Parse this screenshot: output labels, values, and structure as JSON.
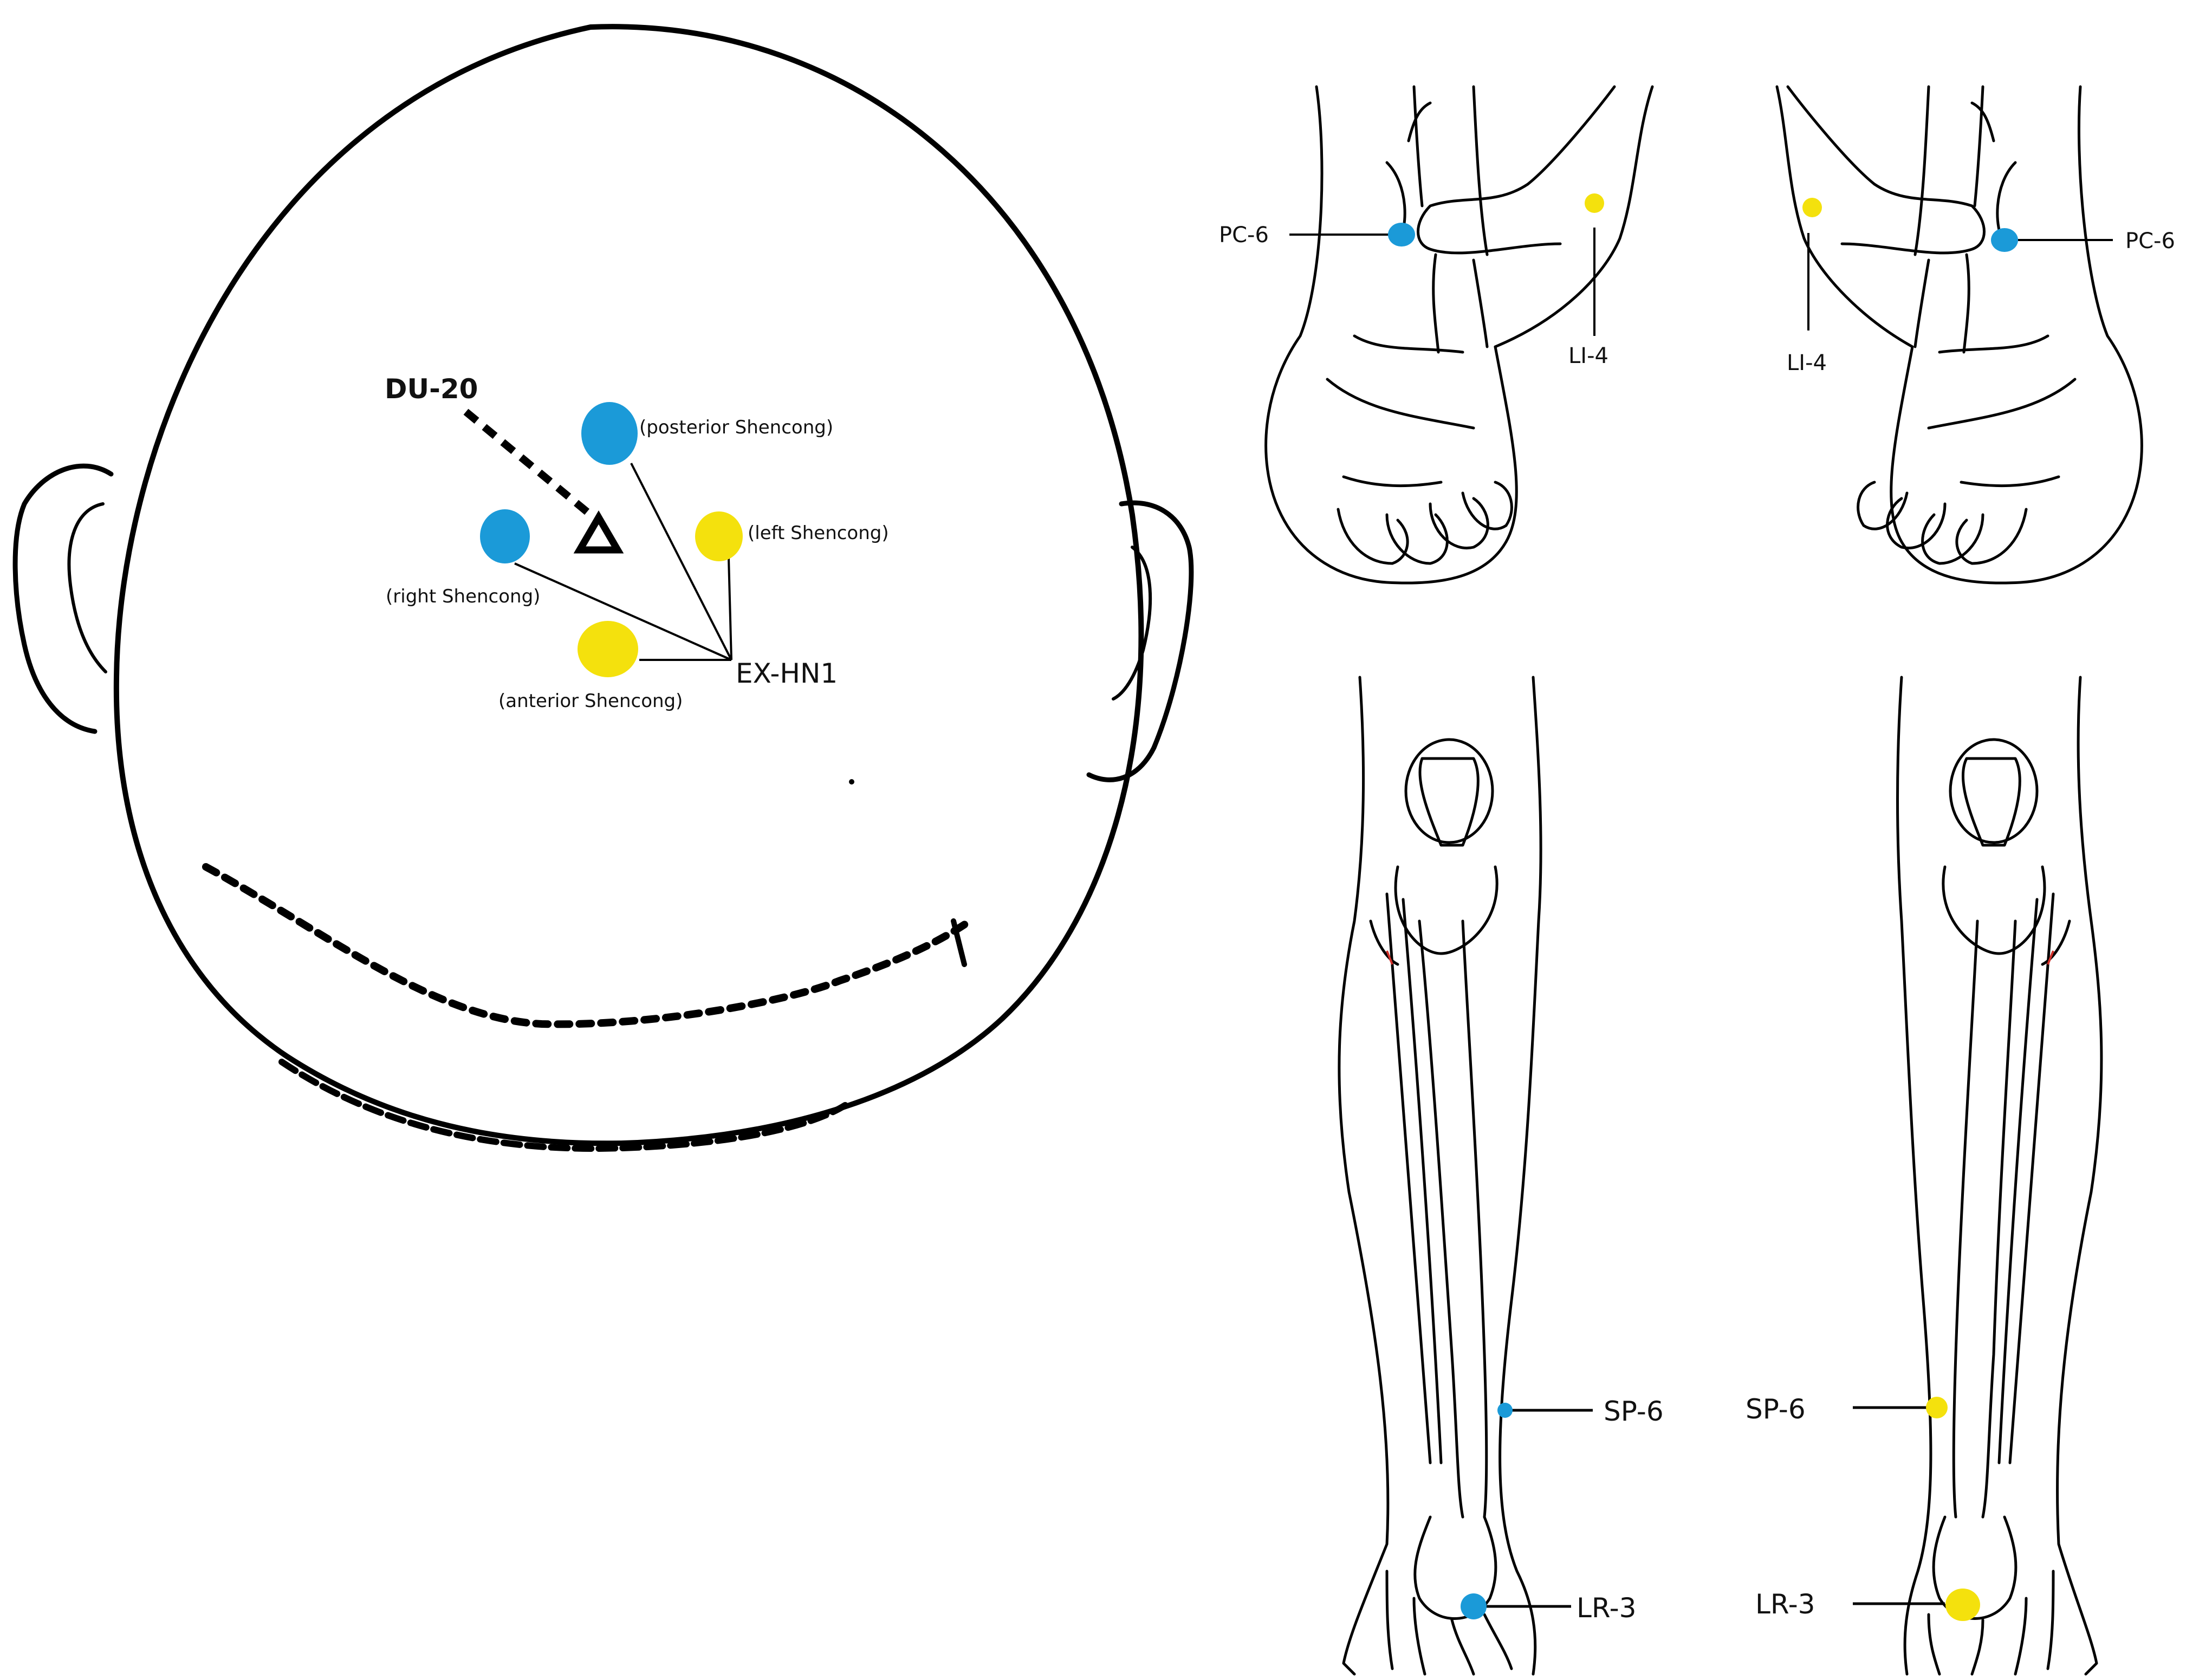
{
  "colors": {
    "blue": "#1b9ad8",
    "yellow": "#f4e10d",
    "line": "#000000"
  },
  "head": {
    "du20_label": "DU-20",
    "posterior_label": "(posterior Shencong)",
    "left_label": "(left Shencong)",
    "right_label": "(right Shencong)",
    "anterior_label": "(anterior Shencong)",
    "exhn1_label": "EX-HN1",
    "points": [
      {
        "name": "posterior Shencong",
        "color": "blue"
      },
      {
        "name": "right Shencong",
        "color": "blue"
      },
      {
        "name": "left Shencong",
        "color": "yellow"
      },
      {
        "name": "anterior Shencong",
        "color": "yellow"
      },
      {
        "name": "DU-20",
        "marker": "triangle"
      }
    ]
  },
  "hands": {
    "left_hand": {
      "pc6_label": "PC-6",
      "li4_label": "LI-4",
      "pc6_color": "blue",
      "li4_color": "yellow"
    },
    "right_hand": {
      "pc6_label": "PC-6",
      "li4_label": "LI-4",
      "pc6_color": "blue",
      "li4_color": "yellow"
    }
  },
  "legs": {
    "left_leg": {
      "sp6_label": "SP-6",
      "lr3_label": "LR-3",
      "sp6_color": "blue",
      "lr3_color": "blue"
    },
    "right_leg": {
      "sp6_label": "SP-6",
      "lr3_label": "LR-3",
      "sp6_color": "yellow",
      "lr3_color": "yellow"
    }
  }
}
